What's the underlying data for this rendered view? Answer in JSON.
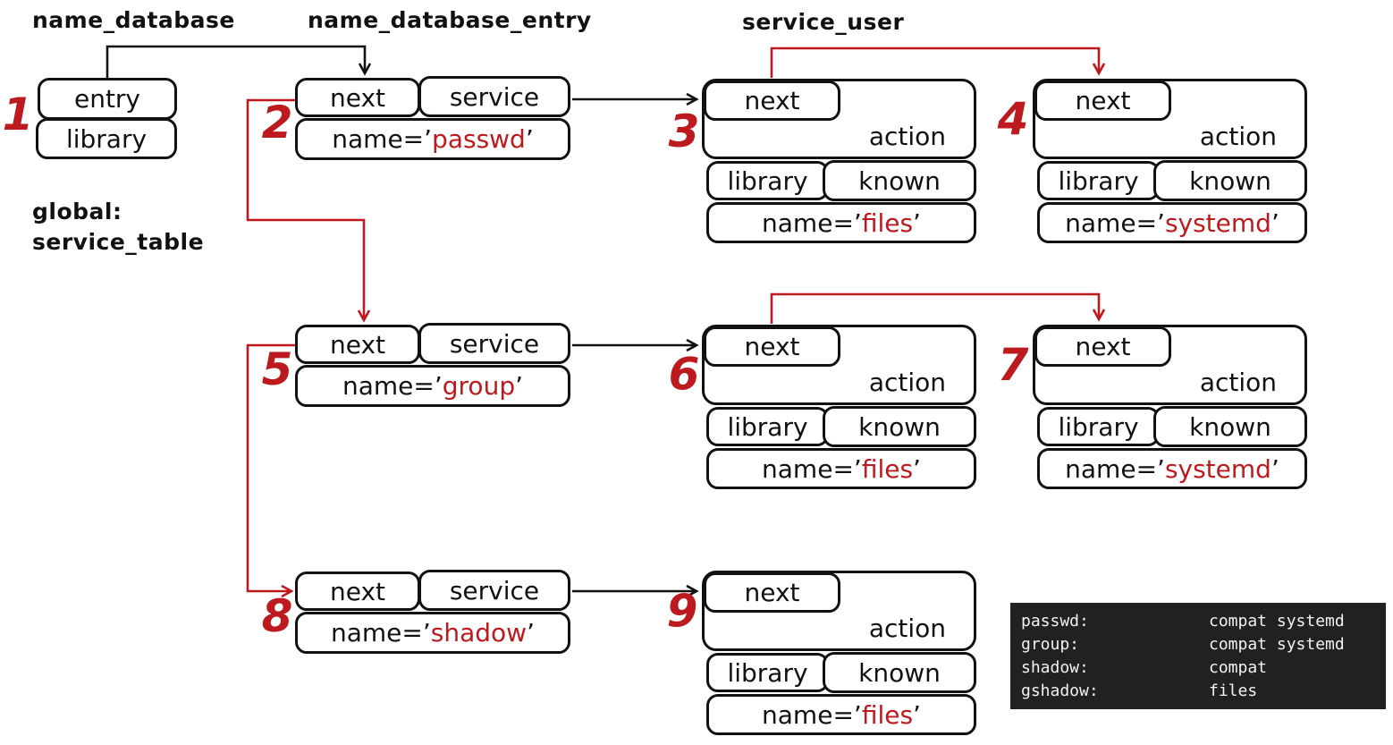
{
  "labels": {
    "name_database": "name_database",
    "name_database_entry": "name_database_entry",
    "service_user": "service_user",
    "global_line1": "global:",
    "global_line2": "service_table"
  },
  "colors": {
    "black": "#111111",
    "red": "#bc1a1e",
    "terminal_bg": "#212121",
    "terminal_fg": "#f2f2f2"
  },
  "nodes": {
    "n1": {
      "number": "1",
      "field1": "entry",
      "field2": "library"
    },
    "n2": {
      "number": "2",
      "next": "next",
      "service": "service",
      "name_prefix": "name=’",
      "name_value": "passwd",
      "name_suffix": "’"
    },
    "n3": {
      "number": "3",
      "next": "next",
      "action": "action",
      "library": "library",
      "known": "known",
      "name_prefix": "name=’",
      "name_value": "files",
      "name_suffix": "’"
    },
    "n4": {
      "number": "4",
      "next": "next",
      "action": "action",
      "library": "library",
      "known": "known",
      "name_prefix": "name=’",
      "name_value": "systemd",
      "name_suffix": "’"
    },
    "n5": {
      "number": "5",
      "next": "next",
      "service": "service",
      "name_prefix": "name=’",
      "name_value": "group",
      "name_suffix": "’"
    },
    "n6": {
      "number": "6",
      "next": "next",
      "action": "action",
      "library": "library",
      "known": "known",
      "name_prefix": "name=’",
      "name_value": "files",
      "name_suffix": "’"
    },
    "n7": {
      "number": "7",
      "next": "next",
      "action": "action",
      "library": "library",
      "known": "known",
      "name_prefix": "name=’",
      "name_value": "systemd",
      "name_suffix": "’"
    },
    "n8": {
      "number": "8",
      "next": "next",
      "service": "service",
      "name_prefix": "name=’",
      "name_value": "shadow",
      "name_suffix": "’"
    },
    "n9": {
      "number": "9",
      "next": "next",
      "action": "action",
      "library": "library",
      "known": "known",
      "name_prefix": "name=’",
      "name_value": "files",
      "name_suffix": "’"
    }
  },
  "edges": [
    {
      "from": "n1.entry",
      "to": "n2",
      "color": "black"
    },
    {
      "from": "n2.service",
      "to": "n3",
      "color": "black"
    },
    {
      "from": "n3.next",
      "to": "n4",
      "color": "red"
    },
    {
      "from": "n2.next",
      "to": "n5",
      "color": "red"
    },
    {
      "from": "n5.service",
      "to": "n6",
      "color": "black"
    },
    {
      "from": "n6.next",
      "to": "n7",
      "color": "red"
    },
    {
      "from": "n5.next",
      "to": "n8",
      "color": "red"
    },
    {
      "from": "n8.service",
      "to": "n9",
      "color": "black"
    }
  ],
  "terminal": {
    "rows": [
      {
        "key": "passwd:",
        "value": "compat systemd"
      },
      {
        "key": "group:",
        "value": "compat systemd"
      },
      {
        "key": "shadow:",
        "value": "compat"
      },
      {
        "key": "gshadow:",
        "value": "files"
      }
    ]
  }
}
